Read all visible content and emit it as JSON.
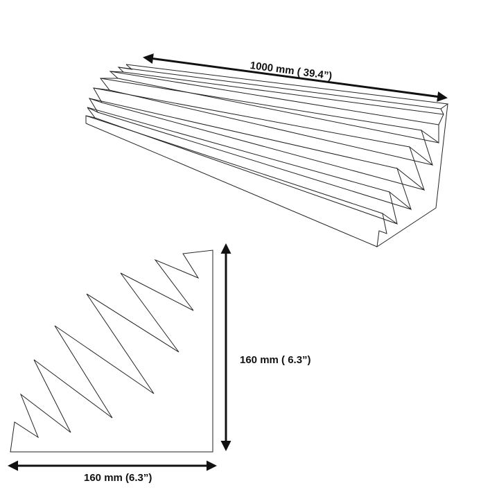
{
  "dimensions": {
    "length_label": "1000 mm ( 39.4”)",
    "height_label": "160 mm ( 6.3”)",
    "width_label": "160 mm (6.3”)"
  },
  "colors": {
    "line": "#111111",
    "background": "#ffffff"
  }
}
